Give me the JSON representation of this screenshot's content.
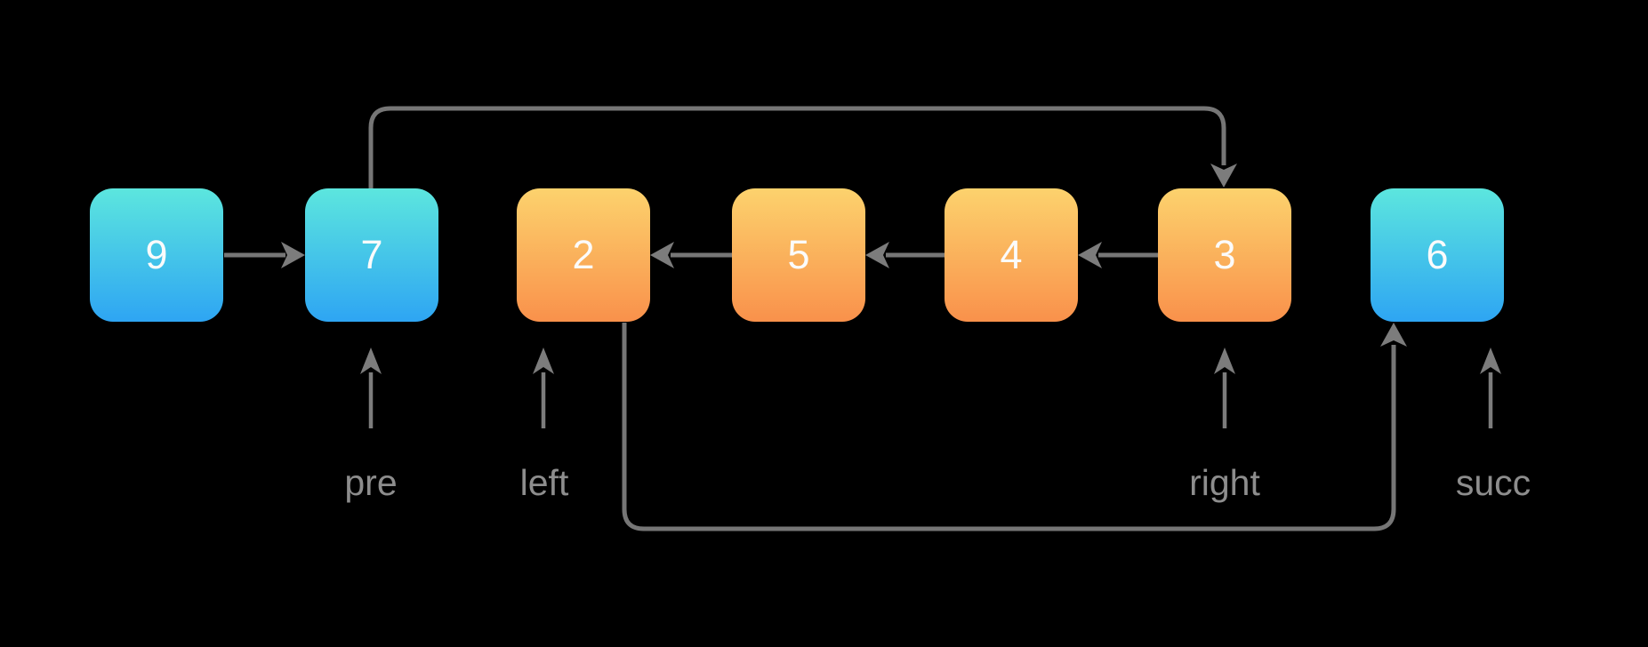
{
  "diagram": {
    "type": "linked-list-sublist-reversal",
    "background_color": "#000000",
    "node_value_color": "#fbfbfb",
    "line_color": "#767676",
    "label_color": "#8d8d8d",
    "node_gradients": {
      "blue_top": "#5ce6de",
      "blue_bottom": "#2ea5f3",
      "orange_top": "#fcd26d",
      "orange_bottom": "#f9914b"
    },
    "nodes": [
      {
        "value": "9",
        "style": "blue"
      },
      {
        "value": "7",
        "style": "blue"
      },
      {
        "value": "2",
        "style": "orange"
      },
      {
        "value": "5",
        "style": "orange"
      },
      {
        "value": "4",
        "style": "orange"
      },
      {
        "value": "3",
        "style": "orange"
      },
      {
        "value": "6",
        "style": "blue"
      }
    ],
    "edges": [
      {
        "from": "9",
        "to": "7",
        "route": "straight-right"
      },
      {
        "from": "5",
        "to": "2",
        "route": "straight-left"
      },
      {
        "from": "4",
        "to": "5",
        "route": "straight-left"
      },
      {
        "from": "3",
        "to": "4",
        "route": "straight-left"
      },
      {
        "from": "7",
        "to": "3",
        "route": "curved-over-top"
      },
      {
        "from": "2",
        "to": "6",
        "route": "curved-under-bottom"
      }
    ],
    "pointers": [
      {
        "label": "pre",
        "points_to": "7"
      },
      {
        "label": "left",
        "points_to": "2"
      },
      {
        "label": "right",
        "points_to": "3"
      },
      {
        "label": "succ",
        "points_to": "6"
      }
    ]
  }
}
